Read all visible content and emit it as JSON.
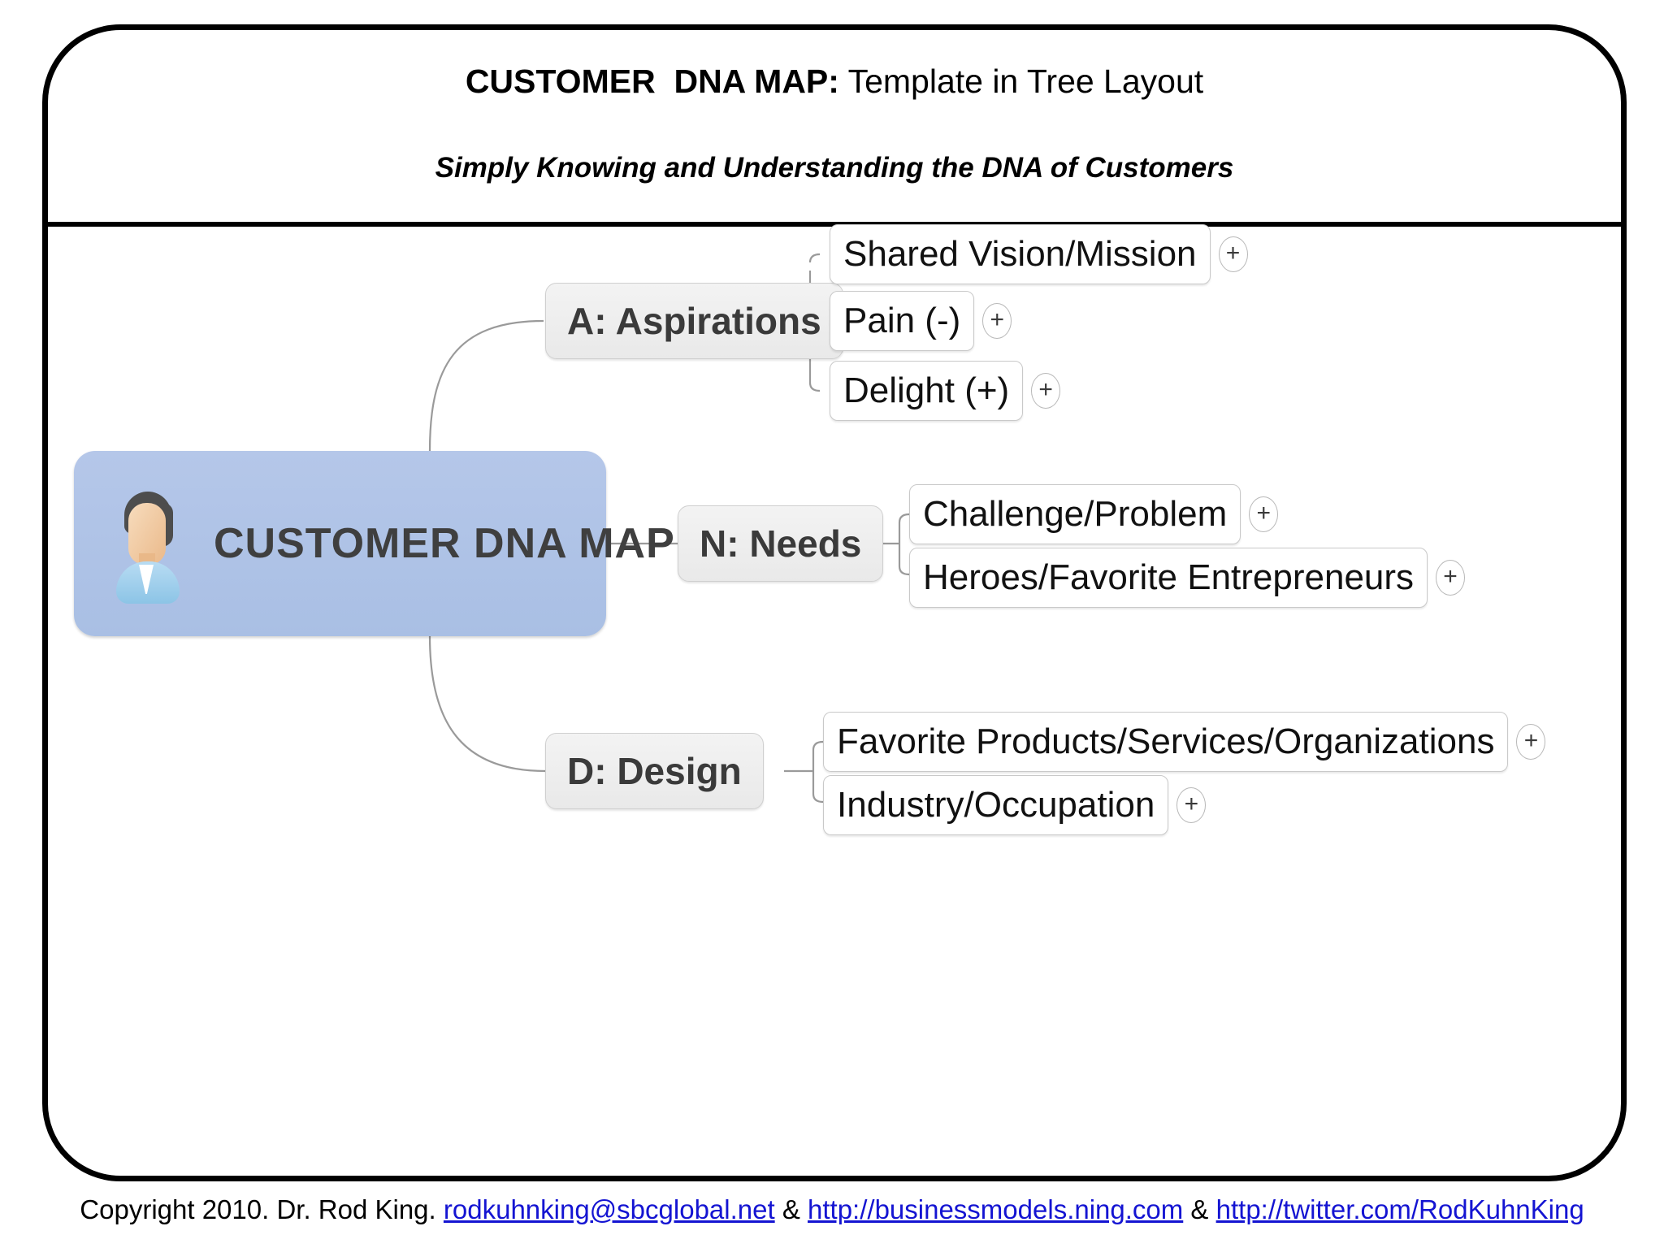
{
  "header": {
    "title_bold": "CUSTOMER  DNA MAP:",
    "title_rest": " Template in Tree Layout",
    "subtitle": "Simply Knowing and Understanding the DNA of Customers"
  },
  "root": {
    "label": "CUSTOMER DNA MAP",
    "icon": "user-avatar-icon",
    "color": "#aec3e6"
  },
  "branches": [
    {
      "id": "aspirations",
      "label": "A: Aspirations",
      "children": [
        {
          "label": "Shared Vision/Mission",
          "expand": "+"
        },
        {
          "label": "Pain (-)",
          "expand": "+"
        },
        {
          "label": "Delight (+)",
          "expand": "+"
        }
      ]
    },
    {
      "id": "needs",
      "label": "N: Needs",
      "children": [
        {
          "label": "Challenge/Problem",
          "expand": "+"
        },
        {
          "label": "Heroes/Favorite Entrepreneurs",
          "expand": "+"
        }
      ]
    },
    {
      "id": "design",
      "label": "D: Design",
      "children": [
        {
          "label": "Favorite Products/Services/Organizations",
          "expand": "+"
        },
        {
          "label": "Industry/Occupation",
          "expand": "+"
        }
      ]
    }
  ],
  "footer": {
    "copyright": "Copyright 2010. Dr. Rod King. ",
    "email": "rodkuhnking@sbcglobal.net",
    "sep1": " & ",
    "link1": "http://businessmodels.ning.com",
    "sep2": " & ",
    "link2": "http://twitter.com/RodKuhnKing"
  },
  "colors": {
    "frame_border": "#000000",
    "root_fill": "#aec3e6",
    "branch_fill": "#eeeeee",
    "leaf_fill": "#ffffff",
    "link_color": "#1414d2"
  }
}
